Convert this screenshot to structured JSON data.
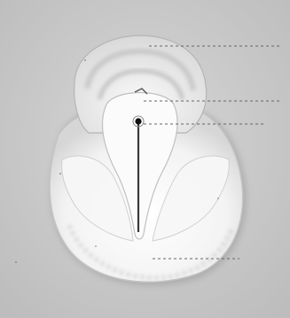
{
  "image": {
    "caption": "",
    "colors": {
      "background": "#cfcfcf",
      "background_edge": "#bdbdbd",
      "body_fill": "#f3f3f3",
      "body_shadow": "#a9a9a9",
      "inner_fill": "#fbfbfb",
      "outline_soft": "#b8b8b8",
      "midline": "#3a3a3a",
      "point": "#111111",
      "leader_line": "#666666"
    },
    "objects": [
      "disc-body",
      "upper-lobe",
      "inner-lobe",
      "central-groove",
      "central-pore",
      "leader-lines"
    ]
  }
}
